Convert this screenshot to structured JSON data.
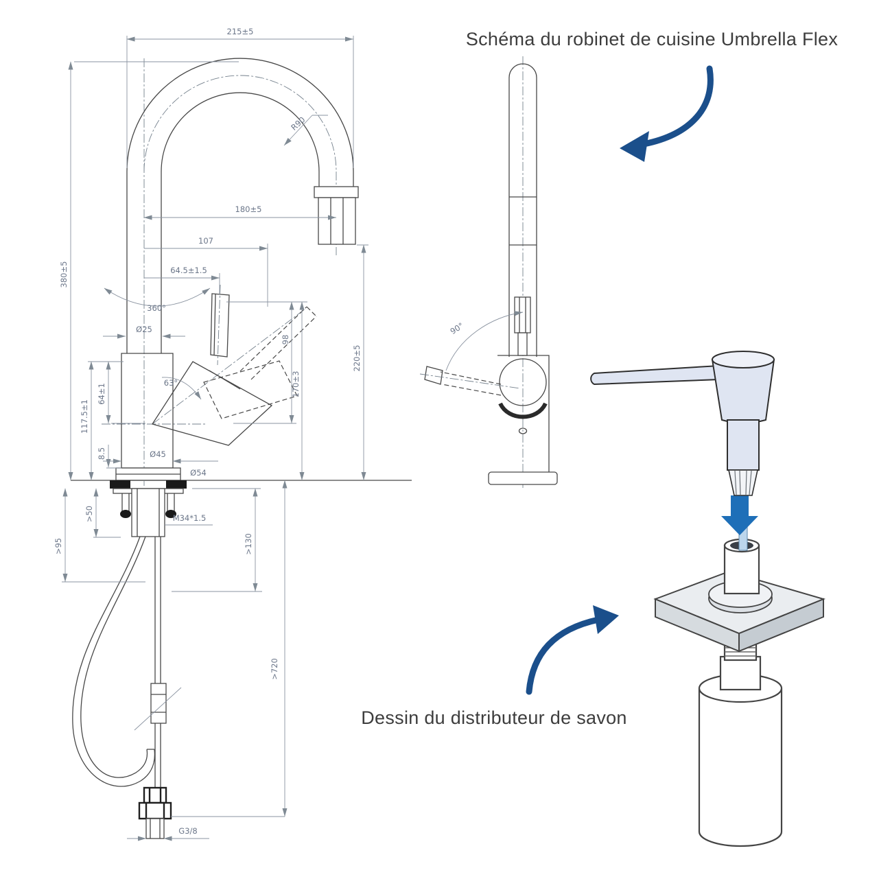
{
  "titles": {
    "faucet": "Schéma du robinet de cuisine Umbrella Flex",
    "dispenser": "Dessin du distributeur de savon"
  },
  "colors": {
    "background": "#ffffff",
    "drawing_line": "#474747",
    "dimension_line": "#8a93a0",
    "dimension_text": "#6b7689",
    "annotation_arrow_blue": "#1b4f8b",
    "down_arrow_blue": "#1e6fb8",
    "pump_fill": "#dfe5f2"
  },
  "front_view_dims": {
    "top_width": "215±5",
    "spout_radius": "R90",
    "spout_reach": "180±5",
    "handle_reach": "107",
    "lever_reach": "64.5±1.5",
    "total_height": "380±5",
    "swivel_angle": "360°",
    "column_diameter": "Ø25",
    "lever_length": "98",
    "handle_height": "170±3",
    "spout_height": "220±5",
    "handle_angle": "63°",
    "body_upper_height": "64±1",
    "body_height": "117.5±1",
    "base_gap": "8.5",
    "body_diameter": "Ø45",
    "base_diameter": "Ø54",
    "counter_min_50": ">50",
    "counter_min_95": ">95",
    "thread_spec": "M34*1.5",
    "clearance_130": ">130",
    "hose_length": ">720",
    "inlet_thread": "G3/8"
  },
  "side_view_dims": {
    "handle_swing": "90°"
  }
}
